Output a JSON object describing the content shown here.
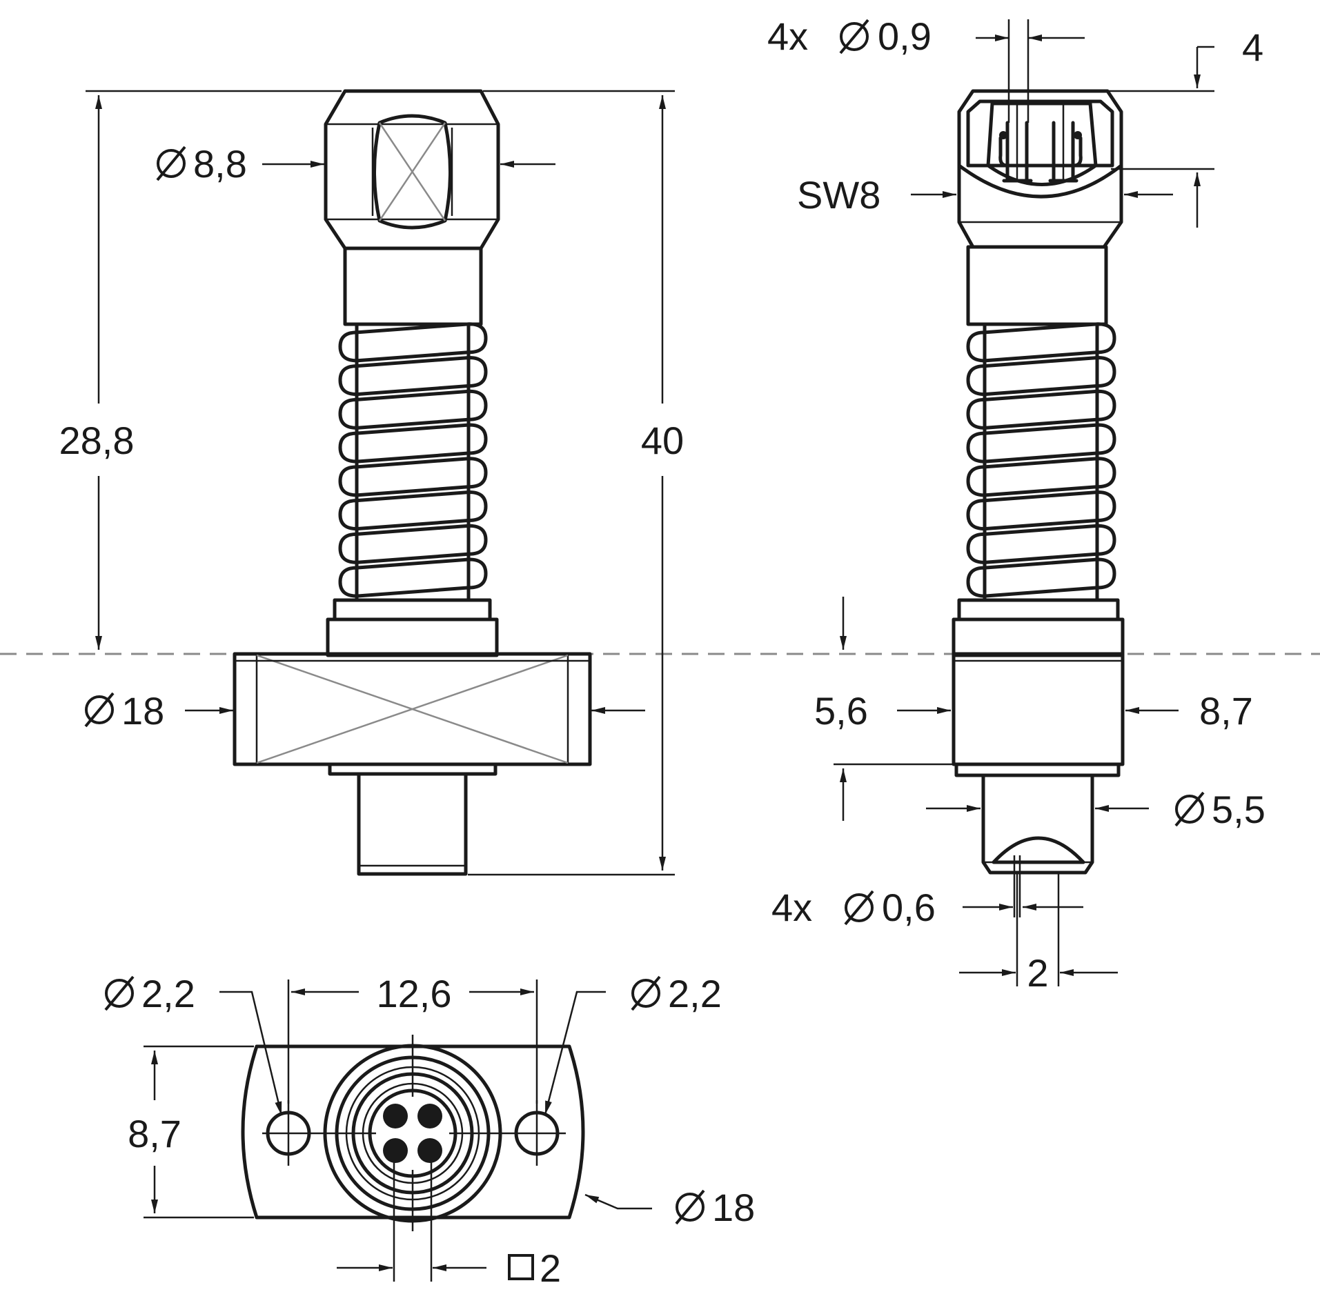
{
  "drawing": {
    "front_view": {
      "dim_height_top": "28,8",
      "dim_height_total": "40",
      "dim_hex_diameter": "8,8",
      "dim_flange_diameter": "18"
    },
    "side_view": {
      "dim_pin_count_top": "4x",
      "dim_pin_diameter_top": "0,9",
      "dim_pin_depth": "4",
      "dim_wrench_size": "SW8",
      "dim_flange_left": "5,6",
      "dim_flange_right": "8,7",
      "dim_sleeve_diameter": "5,5",
      "dim_pin_count_bottom": "4x",
      "dim_pin_diameter_bottom": "0,6",
      "dim_pin_spacing": "2"
    },
    "bottom_view": {
      "dim_hole_left": "2,2",
      "dim_hole_right": "2,2",
      "dim_hole_spacing": "12,6",
      "dim_height": "8,7",
      "dim_flange_diameter": "18",
      "dim_pin_square": "2"
    },
    "symbols": {
      "diameter": "Ø",
      "square": "□"
    }
  }
}
